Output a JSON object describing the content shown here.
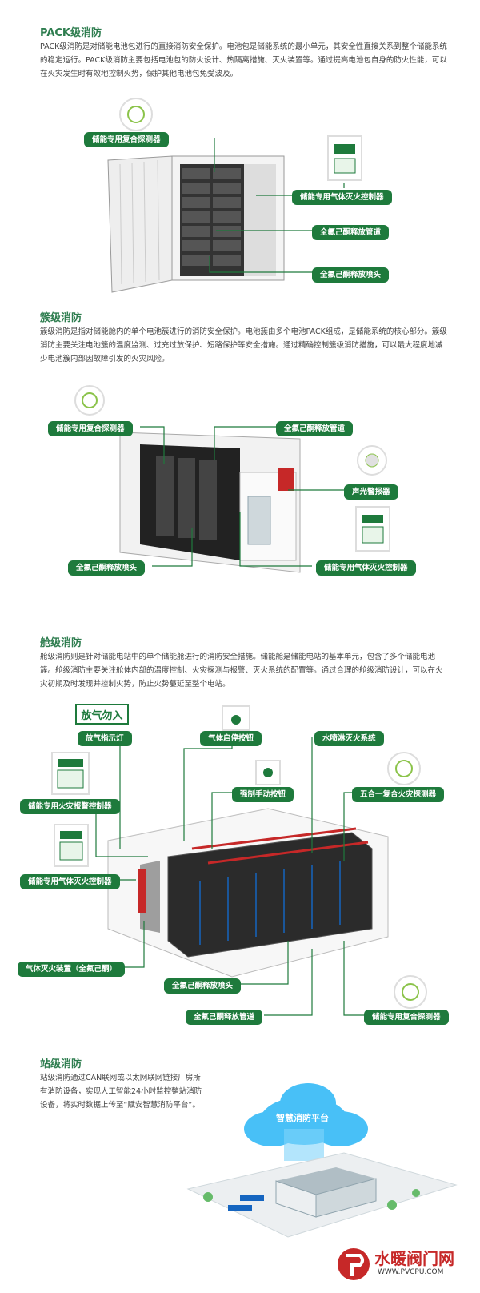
{
  "sections": [
    {
      "title": "PACK级消防",
      "text": "PACK级消防是对储能电池包进行的直接消防安全保护。电池包是储能系统的最小单元，其安全性直接关系到整个储能系统的稳定运行。PACK级消防主要包括电池包的防火设计、热隔离措施、灭火装置等。通过提高电池包自身的防火性能，可以在火灾发生时有效地控制火势，保护其他电池包免受波及。",
      "labels": [
        "储能专用复合探测器",
        "储能专用气体灭火控制器",
        "全氟己酮释放管道",
        "全氟己酮释放喷头"
      ]
    },
    {
      "title": "簇级消防",
      "text": "簇级消防是指对储能舱内的单个电池簇进行的消防安全保护。电池簇由多个电池PACK组成，是储能系统的核心部分。簇级消防主要关注电池簇的温度监测、过充过放保护、短路保护等安全措施。通过精确控制簇级消防措施，可以最大程度地减少电池簇内部因故障引发的火灾风险。",
      "labels": [
        "储能专用复合探测器",
        "全氟己酮释放管道",
        "声光警报器",
        "全氟己酮释放喷头",
        "储能专用气体灭火控制器"
      ]
    },
    {
      "title": "舱级消防",
      "text": "舱级消防则是针对储能电站中的单个储能舱进行的消防安全措施。储能舱是储能电站的基本单元，包含了多个储能电池簇。舱级消防主要关注舱体内部的温度控制、火灾探测与报警、灭火系统的配置等。通过合理的舱级消防设计，可以在火灾初期及时发现并控制火势，防止火势蔓延至整个电站。",
      "sign": "放气勿入",
      "labels": [
        "放气指示灯",
        "气体启停按钮",
        "水喷淋灭火系统",
        "强制手动按钮",
        "五合一复合火灾探测器",
        "储能专用火灾报警控制器",
        "储能专用气体灭火控制器",
        "气体灭火装置（全氟己酮）",
        "全氟己酮释放喷头",
        "全氟己酮释放管道",
        "储能专用复合探测器"
      ]
    },
    {
      "title": "站级消防",
      "text": "站级消防通过CAN联网或以太网联网链接厂房所有消防设备，实现人工智能24小时监控整站消防设备，将实时数据上传至“赋安智慧消防平台”。",
      "cloud_label": "智慧消防平台"
    }
  ],
  "watermark": {
    "name": "水暖阀门网",
    "url": "WWW.PVCPU.COM"
  },
  "colors": {
    "accent": "#1e7a3c",
    "title": "#2e7d4f"
  }
}
